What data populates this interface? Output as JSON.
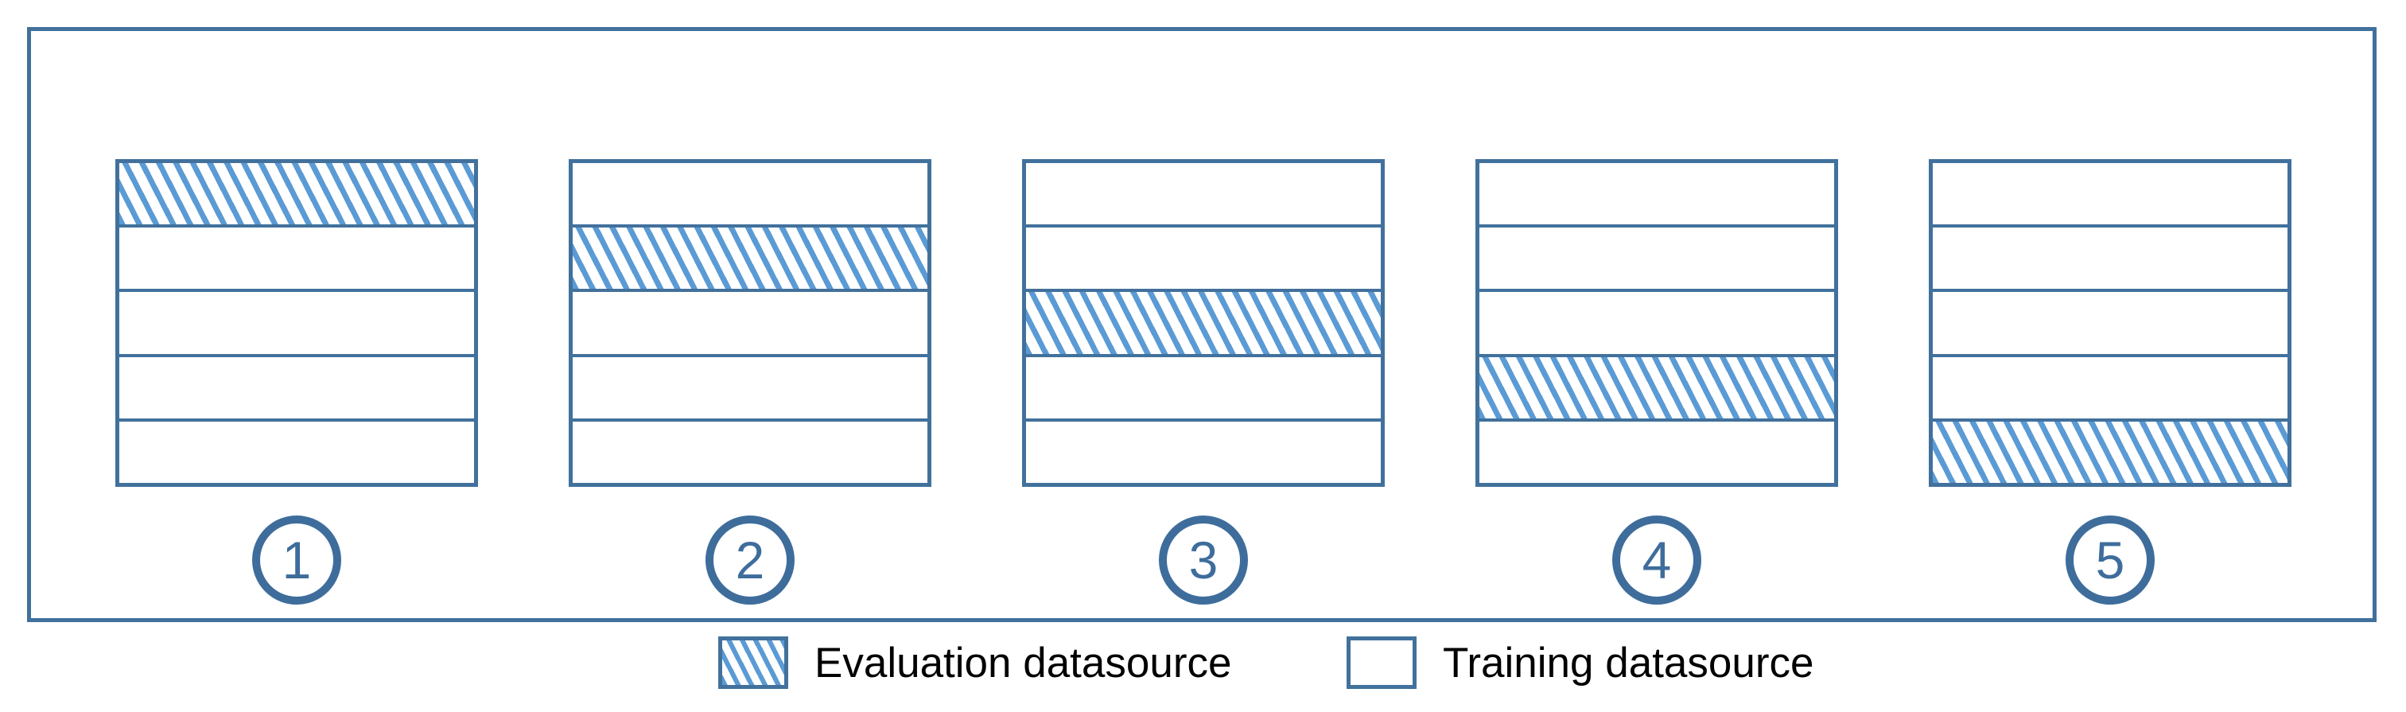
{
  "folds": [
    {
      "label": "1",
      "rows": 5,
      "evaluation_row": 1
    },
    {
      "label": "2",
      "rows": 5,
      "evaluation_row": 2
    },
    {
      "label": "3",
      "rows": 5,
      "evaluation_row": 3
    },
    {
      "label": "4",
      "rows": 5,
      "evaluation_row": 4
    },
    {
      "label": "5",
      "rows": 5,
      "evaluation_row": 5
    }
  ],
  "legend": {
    "items": [
      {
        "swatch": "evaluation-hatched",
        "label": "Evaluation datasource"
      },
      {
        "swatch": "training-plain",
        "label": "Training datasource"
      }
    ]
  },
  "colors": {
    "background": "#FFFFFF",
    "frame_border": "#41719C",
    "block_border": "#41719C",
    "hatch_stripe": "#5B9BD5",
    "circle": "#3E6D9C",
    "legend_text": "#000000"
  }
}
